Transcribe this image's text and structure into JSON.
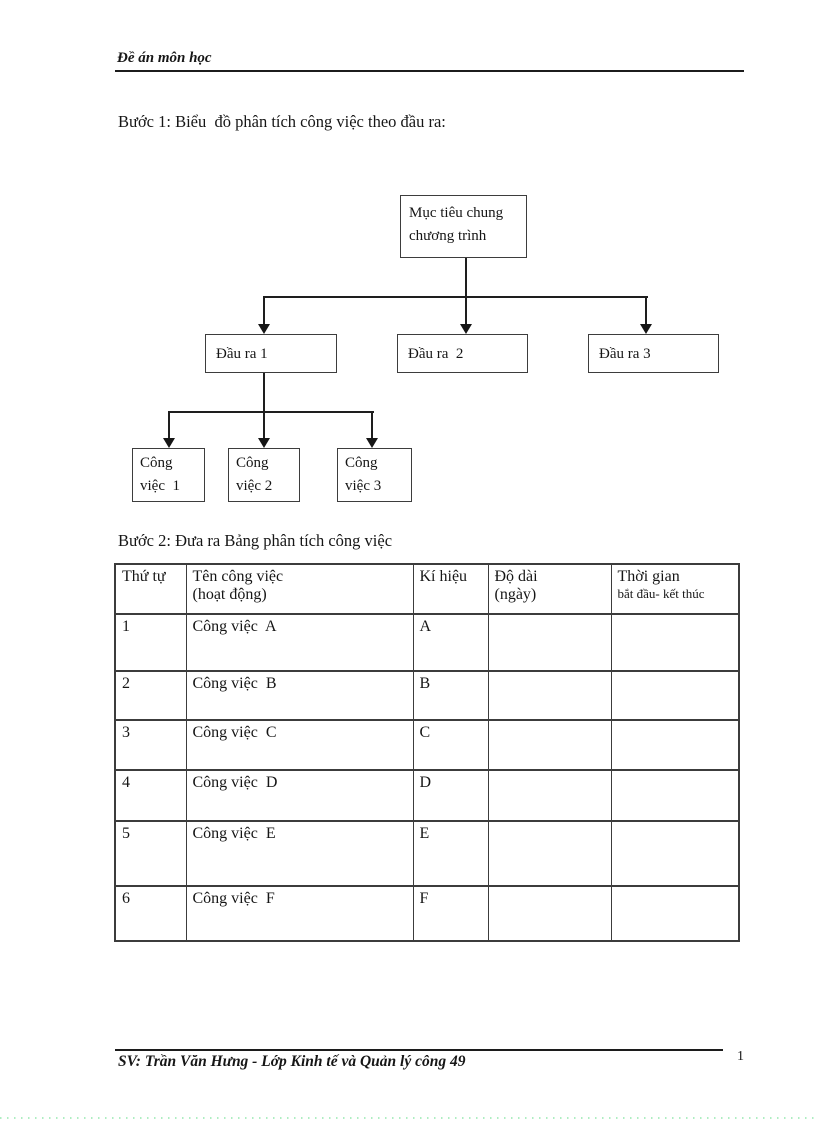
{
  "header": {
    "title": "Đề án môn học"
  },
  "footer": {
    "text": "SV: Trần Văn Hưng - Lớp Kinh tế và Quản lý công 49",
    "page_number": "1"
  },
  "step1": {
    "heading": "Bước 1: Biểu  đồ phân tích công việc theo đầu ra:",
    "diagram": {
      "root": "Mục tiêu chung\nchương trình",
      "outputs": [
        "Đầu ra 1",
        "Đầu ra  2",
        "Đầu ra 3"
      ],
      "tasks": [
        "Công\nviệc  1",
        "Công\nviệc 2",
        "Công\nviệc 3"
      ]
    }
  },
  "step2": {
    "heading": "Bước 2: Đưa ra Bảng phân tích công việc",
    "table": {
      "headers": {
        "order": "Thứ tự",
        "name": "Tên công việc\n(hoạt động)",
        "symbol": "Kí hiệu",
        "duration": "Độ dài\n(ngày)",
        "time_line1": "Thời gian",
        "time_line2": "bắt đầu- kết thúc"
      },
      "rows": [
        {
          "no": "1",
          "name": "Công việc  A",
          "symbol": "A",
          "duration": "",
          "time": ""
        },
        {
          "no": "2",
          "name": "Công việc  B",
          "symbol": "B",
          "duration": "",
          "time": ""
        },
        {
          "no": "3",
          "name": "Công việc  C",
          "symbol": "C",
          "duration": "",
          "time": ""
        },
        {
          "no": "4",
          "name": "Công việc  D",
          "symbol": "D",
          "duration": "",
          "time": ""
        },
        {
          "no": "5",
          "name": "Công việc  E",
          "symbol": "E",
          "duration": "",
          "time": ""
        },
        {
          "no": "6",
          "name": "Công việc  F",
          "symbol": "F",
          "duration": "",
          "time": ""
        }
      ]
    }
  }
}
